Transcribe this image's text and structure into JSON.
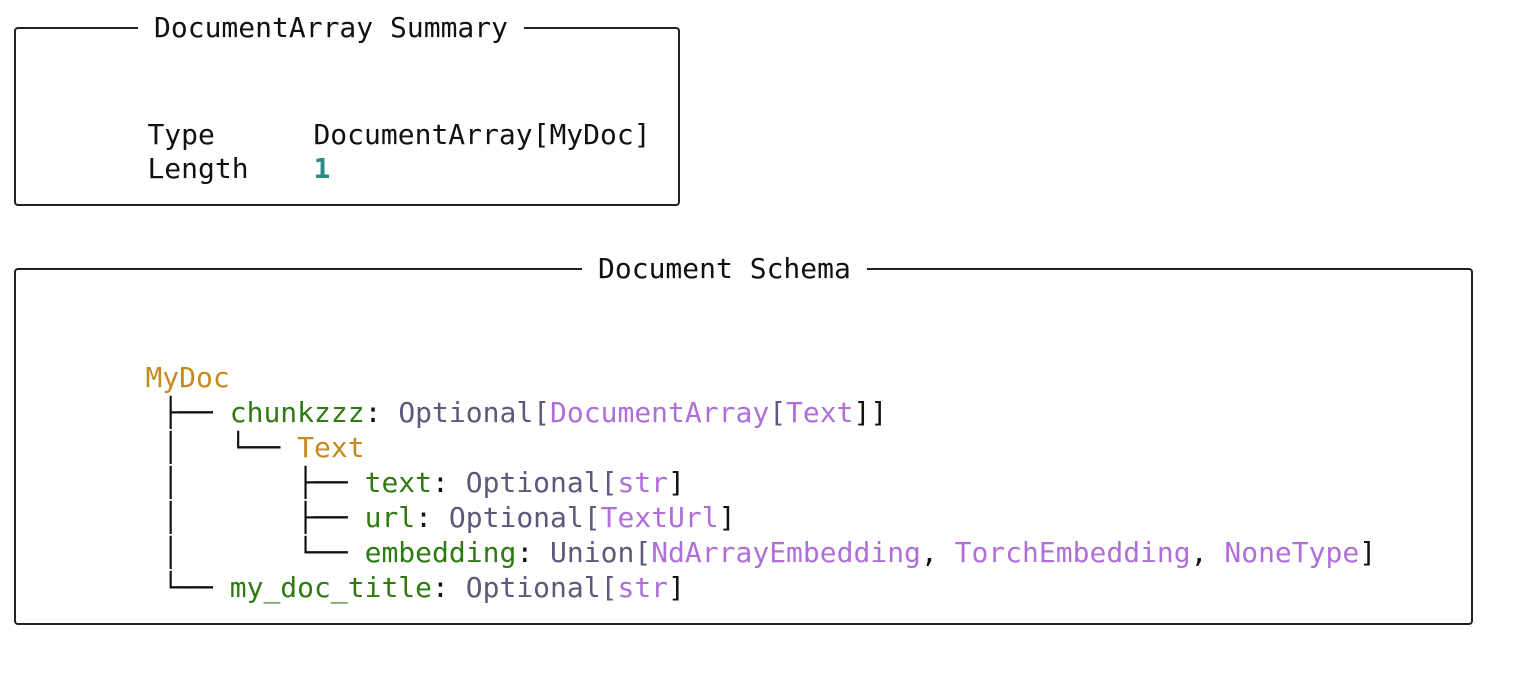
{
  "summary": {
    "title": "DocumentArray Summary",
    "rows": [
      {
        "label": "Type",
        "value": "DocumentArray[MyDoc]"
      },
      {
        "label": "Length",
        "value": "1"
      }
    ]
  },
  "schema": {
    "title": "Document Schema",
    "root": "MyDoc",
    "fields": [
      {
        "name": "chunkzzz",
        "type_prefix": "Optional[",
        "type_inner": "DocumentArray",
        "type_open": "[",
        "type_arg": "Text",
        "type_close": "]]",
        "child_class": "Text",
        "subfields": [
          {
            "name": "text",
            "prefix": "Optional[",
            "inner": "str",
            "suffix": "]"
          },
          {
            "name": "url",
            "prefix": "Optional[",
            "inner": "TextUrl",
            "suffix": "]"
          },
          {
            "name": "embedding",
            "prefix": "Union[",
            "inner1": "NdArrayEmbedding",
            "sep1": ", ",
            "inner2": "TorchEmbedding",
            "sep2": ", ",
            "inner3": "NoneType",
            "suffix": "]"
          }
        ]
      },
      {
        "name": "my_doc_title",
        "prefix": "Optional[",
        "inner": "str",
        "suffix": "]"
      }
    ]
  }
}
